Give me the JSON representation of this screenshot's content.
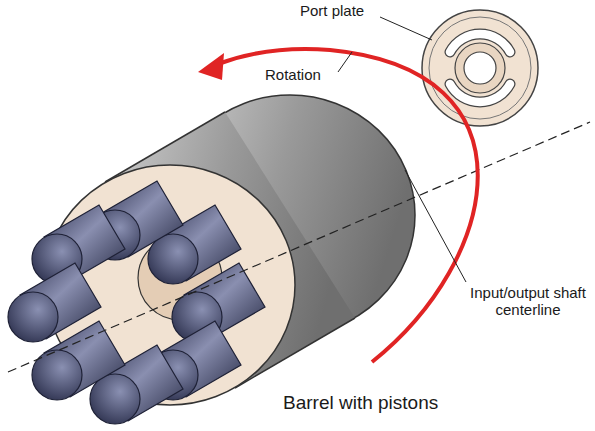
{
  "diagram": {
    "labels": [
      "Port plate",
      "Rotation",
      "Input/output shaft centerline",
      "Barrel with pistons"
    ]
  }
}
